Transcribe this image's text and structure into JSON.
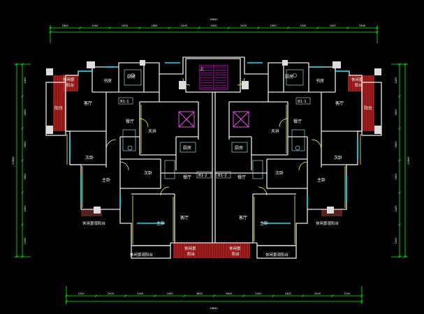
{
  "colors": {
    "background": "#000000",
    "wall": "#e8e8e8",
    "window": "#00e5ff",
    "door": "#ffff55",
    "dimension": "#00ff00",
    "balcony_hatch": "#cc2222",
    "stair": "#ff00ff",
    "column": "#dddddd"
  },
  "dimensions": {
    "top_total": "28840",
    "bottom_total": "28840",
    "left_total": "20840",
    "right_total": "20840",
    "top_segments": [
      "2640",
      "1400",
      "1400",
      "1800",
      "2400",
      "4000",
      "2400",
      "1800",
      "1400",
      "1400",
      "2640"
    ],
    "bottom_segments": [
      "1200",
      "2400",
      "2400",
      "2400",
      "3600",
      "3600",
      "2400",
      "2400",
      "2400",
      "1200"
    ],
    "left_segments": [
      "2400",
      "1800",
      "3600",
      "3600",
      "2400",
      "1200"
    ],
    "right_segments": [
      "2400",
      "1800",
      "3600",
      "3600",
      "2400",
      "1200"
    ]
  },
  "unit_tags": {
    "top_left": "B1-1",
    "top_right": "B1-1",
    "center_left": "B1-2",
    "center_right": "B1-2"
  },
  "rooms": {
    "study_left": "书房",
    "study_right": "书房",
    "kitchen_top_left": "厨房",
    "kitchen_top_right": "厨房",
    "living_top_left": "客厅",
    "living_top_right": "客厅",
    "dining_top_left": "餐厅",
    "dining_top_right": "餐厅",
    "skylight_left": "天井",
    "skylight_right": "天井",
    "second_bed_left": "次卧",
    "second_bed_right": "次卧",
    "master_left_outer": "主卧",
    "master_right_outer": "主卧",
    "kitchen_center_left": "厨房",
    "kitchen_center_right": "厨房",
    "second_bed_center_left": "次卧",
    "second_bed_center_right": "次卧",
    "dining_center_left": "餐厅",
    "dining_center_right": "餐厅",
    "master_center_left": "主卧",
    "master_center_right": "主卧",
    "living_center_left": "客厅",
    "living_center_right": "客厅",
    "up_mark": "上",
    "balcony_side_left": "阳台",
    "balcony_side_right": "阳台",
    "balcony_top_left_a": "休闲景",
    "balcony_top_left_b": "阳台",
    "balcony_top_right_a": "休闲景",
    "balcony_top_right_b": "阳台",
    "balcony_bottom_outer_left": "休闲景观阳台",
    "balcony_bottom_outer_right": "休闲景观阳台",
    "balcony_bottom_inner_left": "休闲景观阳台",
    "balcony_bottom_inner_right": "休闲景观阳台",
    "balcony_center_left_a": "休闲景",
    "balcony_center_left_b": "阳台",
    "balcony_center_right_a": "休闲景",
    "balcony_center_right_b": "阳台"
  }
}
